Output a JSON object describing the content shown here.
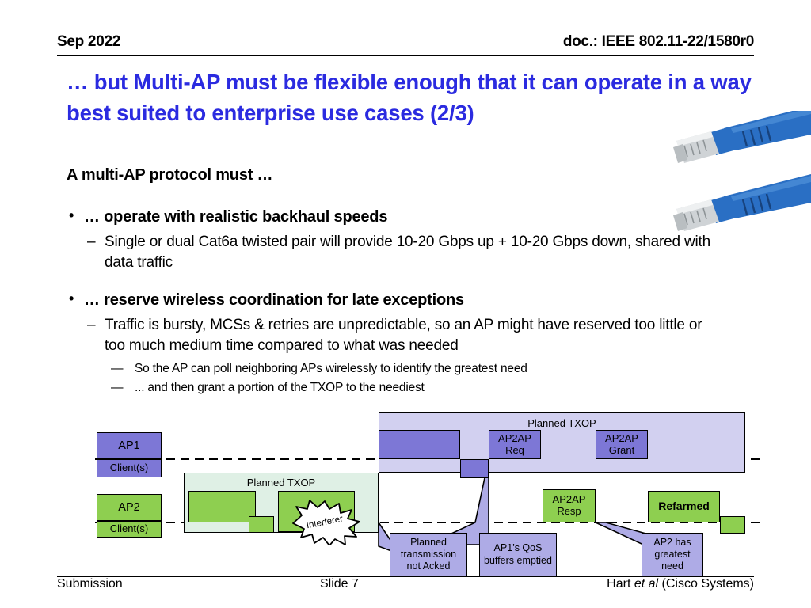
{
  "header": {
    "date": "Sep 2022",
    "doc": "doc.: IEEE 802.11-22/1580r0"
  },
  "title": "… but Multi-AP must be flexible enough that it can operate in a way best suited to enterprise use cases (2/3)",
  "body": {
    "lead": "A multi-AP protocol must …",
    "bullet1": {
      "text": "… operate with realistic backhaul speeds",
      "sub": "Single or dual Cat6a twisted pair will provide 10-20 Gbps up + 10-20 Gbps down, shared with data traffic"
    },
    "bullet2": {
      "text": "… reserve wireless coordination for late exceptions",
      "sub": "Traffic is bursty, MCSs & retries are unpredictable, so an AP might have reserved too little or too much medium time compared to what was needed",
      "sub_sub_1": "So the AP can poll neighboring APs wirelessly to identify the greatest need",
      "sub_sub_2": "... and then grant a portion of the TXOP to the neediest"
    },
    "bullet_glyph": "•",
    "dash_glyph": "–",
    "emdash_glyph": "—"
  },
  "diagram": {
    "ap1_label": "AP1",
    "ap1_client": "Client(s)",
    "ap2_label": "AP2",
    "ap2_client": "Client(s)",
    "ap1_txop_title": "Planned TXOP",
    "ap2_txop_title": "Planned TXOP",
    "ap2ap_req": "AP2AP\nReq",
    "ap2ap_req_line1": "AP2AP",
    "ap2ap_req_line2": "Req",
    "ap2ap_grant_line1": "AP2AP",
    "ap2ap_grant_line2": "Grant",
    "ap2ap_resp_line1": "AP2AP",
    "ap2ap_resp_line2": "Resp",
    "refarmed": "Refarmed",
    "interferer": "Interferer",
    "callout_1": "Planned transmission not Acked",
    "callout_2": "AP1’s QoS buffers emptied",
    "callout_3": "AP2 has greatest need"
  },
  "footer": {
    "left": "Submission",
    "middle": "Slide 7",
    "right_name": "Hart ",
    "right_ital": "et al",
    "right_tail": " (Cisco Systems)"
  },
  "colors": {
    "title_blue": "#2b2be0",
    "purple": "#7d77d6",
    "purple_light": "#d2d0f0",
    "callout_purple": "#aeabe6",
    "green": "#8ecf50",
    "green_light": "#dff0e5",
    "cable_blue": "#2a6fc4"
  }
}
